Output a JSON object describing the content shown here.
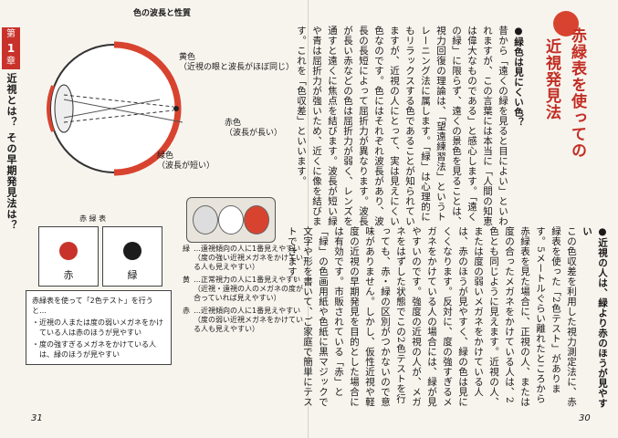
{
  "left_page": {
    "chapter_label_top": "第",
    "chapter_number": "1",
    "chapter_label_bottom": "章",
    "side_title": "近視とは？ その早期発見法は？",
    "figure_title": "色の波長と性質",
    "label_yellow": "黄色",
    "label_yellow_note": "（近視の眼と波長がほぼ同じ）",
    "label_red": "赤色",
    "label_red_note": "（波長が長い）",
    "label_green": "緑色",
    "label_green_note": "（波長が短い）",
    "chart_title": "赤 緑 表",
    "red_card_label": "赤",
    "green_card_label": "緑",
    "notes": [
      {
        "key": "緑",
        "text": "…遠視傾向の人に1番見えやすい（度の強い近視メガネをかけている人も見えやすい）"
      },
      {
        "key": "黄",
        "text": "…正常視力の人に1番見えやすい（近視・遠視の人のメガネの度が合っていれば見えやすい）"
      },
      {
        "key": "赤",
        "text": "…近視傾向の人に1番見えやすい（度の弱い近視メガネをかけている人も見えやすい）"
      }
    ],
    "info_box_intro": "赤緑表を使って「2色テスト」を行うと…",
    "info_box_items": [
      "・近視の人または度の弱いメガネをかけている人は赤のほうが見やすい",
      "・度の強すぎるメガネをかけている人は、緑のほうが見やすい"
    ],
    "page_number": "31",
    "colors": {
      "red": "#c8322a",
      "green": "#1c1c1c",
      "accent": "#d8432f"
    }
  },
  "right_page": {
    "title_line1": "赤緑表を使っての",
    "title_line2": "近視発見法",
    "section1_heading": "●緑色は見にくい色？",
    "section1_text": "昔から「遠くの緑を見ると目によい」といわれますが、この言葉には本当に「人間の知恵は偉大なものである」と感心します。「遠くの緑」に限らず、遠くの景色を見ることは、視力回復の理論は、「望遠練習法」というトレーニング法に属します。「緑」は心理的にもリラックスする色であることが知られていますが、近視の人にとって、実は見えにくい色なのです。色にはそれぞれ波長があり、波長の長短によって屈折力が異なります。波長が長い赤などの色は屈折力が弱く、レンズを通すと遠くに焦点を結びます。波長が短い緑や青は屈折力が強いため、近くに像を結びます。これを「色収差」といいます。",
    "section2_heading": "●近視の人は、緑より赤のほうが見やすい",
    "section2_text": "この色収差を利用した視力測定法に、赤緑表を使った「2色テスト」があります。5メートルぐらい離れたところから赤緑表を見た場合に、正視の人、または度の合ったメガネをかけている人は、2色とも同じように見えます。近視の人、または度の弱いメガネをかけている人は、赤のほうが見やすく、緑の色は見にくくなります。反対に、度の強すぎるメガネをかけている人の場合には、緑が見やすいのです。強度の近視の人が、メガネをはずした状態でこの2色テストを行っても、赤・緑の区別がつかないので意味がありません。しかし、仮性近視や軽度の近視の早期発見を目的とした場合には有効です。市販されている「赤」と「緑」の色画用紙や色紙に黒マジックで文字や形を書いて、ご家庭で簡単にテストできます。",
    "page_number": "30"
  }
}
